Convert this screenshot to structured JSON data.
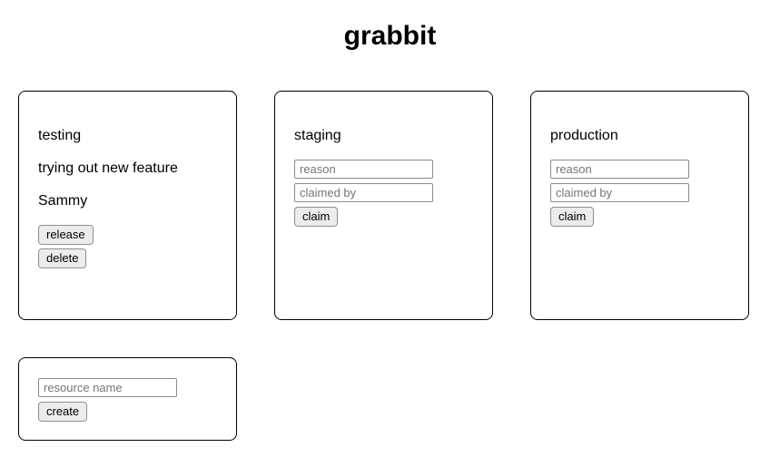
{
  "app": {
    "title": "grabbit"
  },
  "resources": [
    {
      "name": "testing",
      "state": "claimed",
      "reason": "trying out new feature",
      "claimed_by": "Sammy",
      "release_label": "release",
      "delete_label": "delete"
    },
    {
      "name": "staging",
      "state": "available",
      "reason_placeholder": "reason",
      "claimed_by_placeholder": "claimed by",
      "claim_label": "claim"
    },
    {
      "name": "production",
      "state": "available",
      "reason_placeholder": "reason",
      "claimed_by_placeholder": "claimed by",
      "claim_label": "claim"
    }
  ],
  "create_form": {
    "name_placeholder": "resource name",
    "submit_label": "create"
  },
  "colors": {
    "card_border": "#000000",
    "button_background": "#ececec",
    "button_border": "#8f8f8f",
    "input_border": "#8c8c8c",
    "placeholder_text": "#757575",
    "text": "#000000",
    "background": "#ffffff"
  }
}
